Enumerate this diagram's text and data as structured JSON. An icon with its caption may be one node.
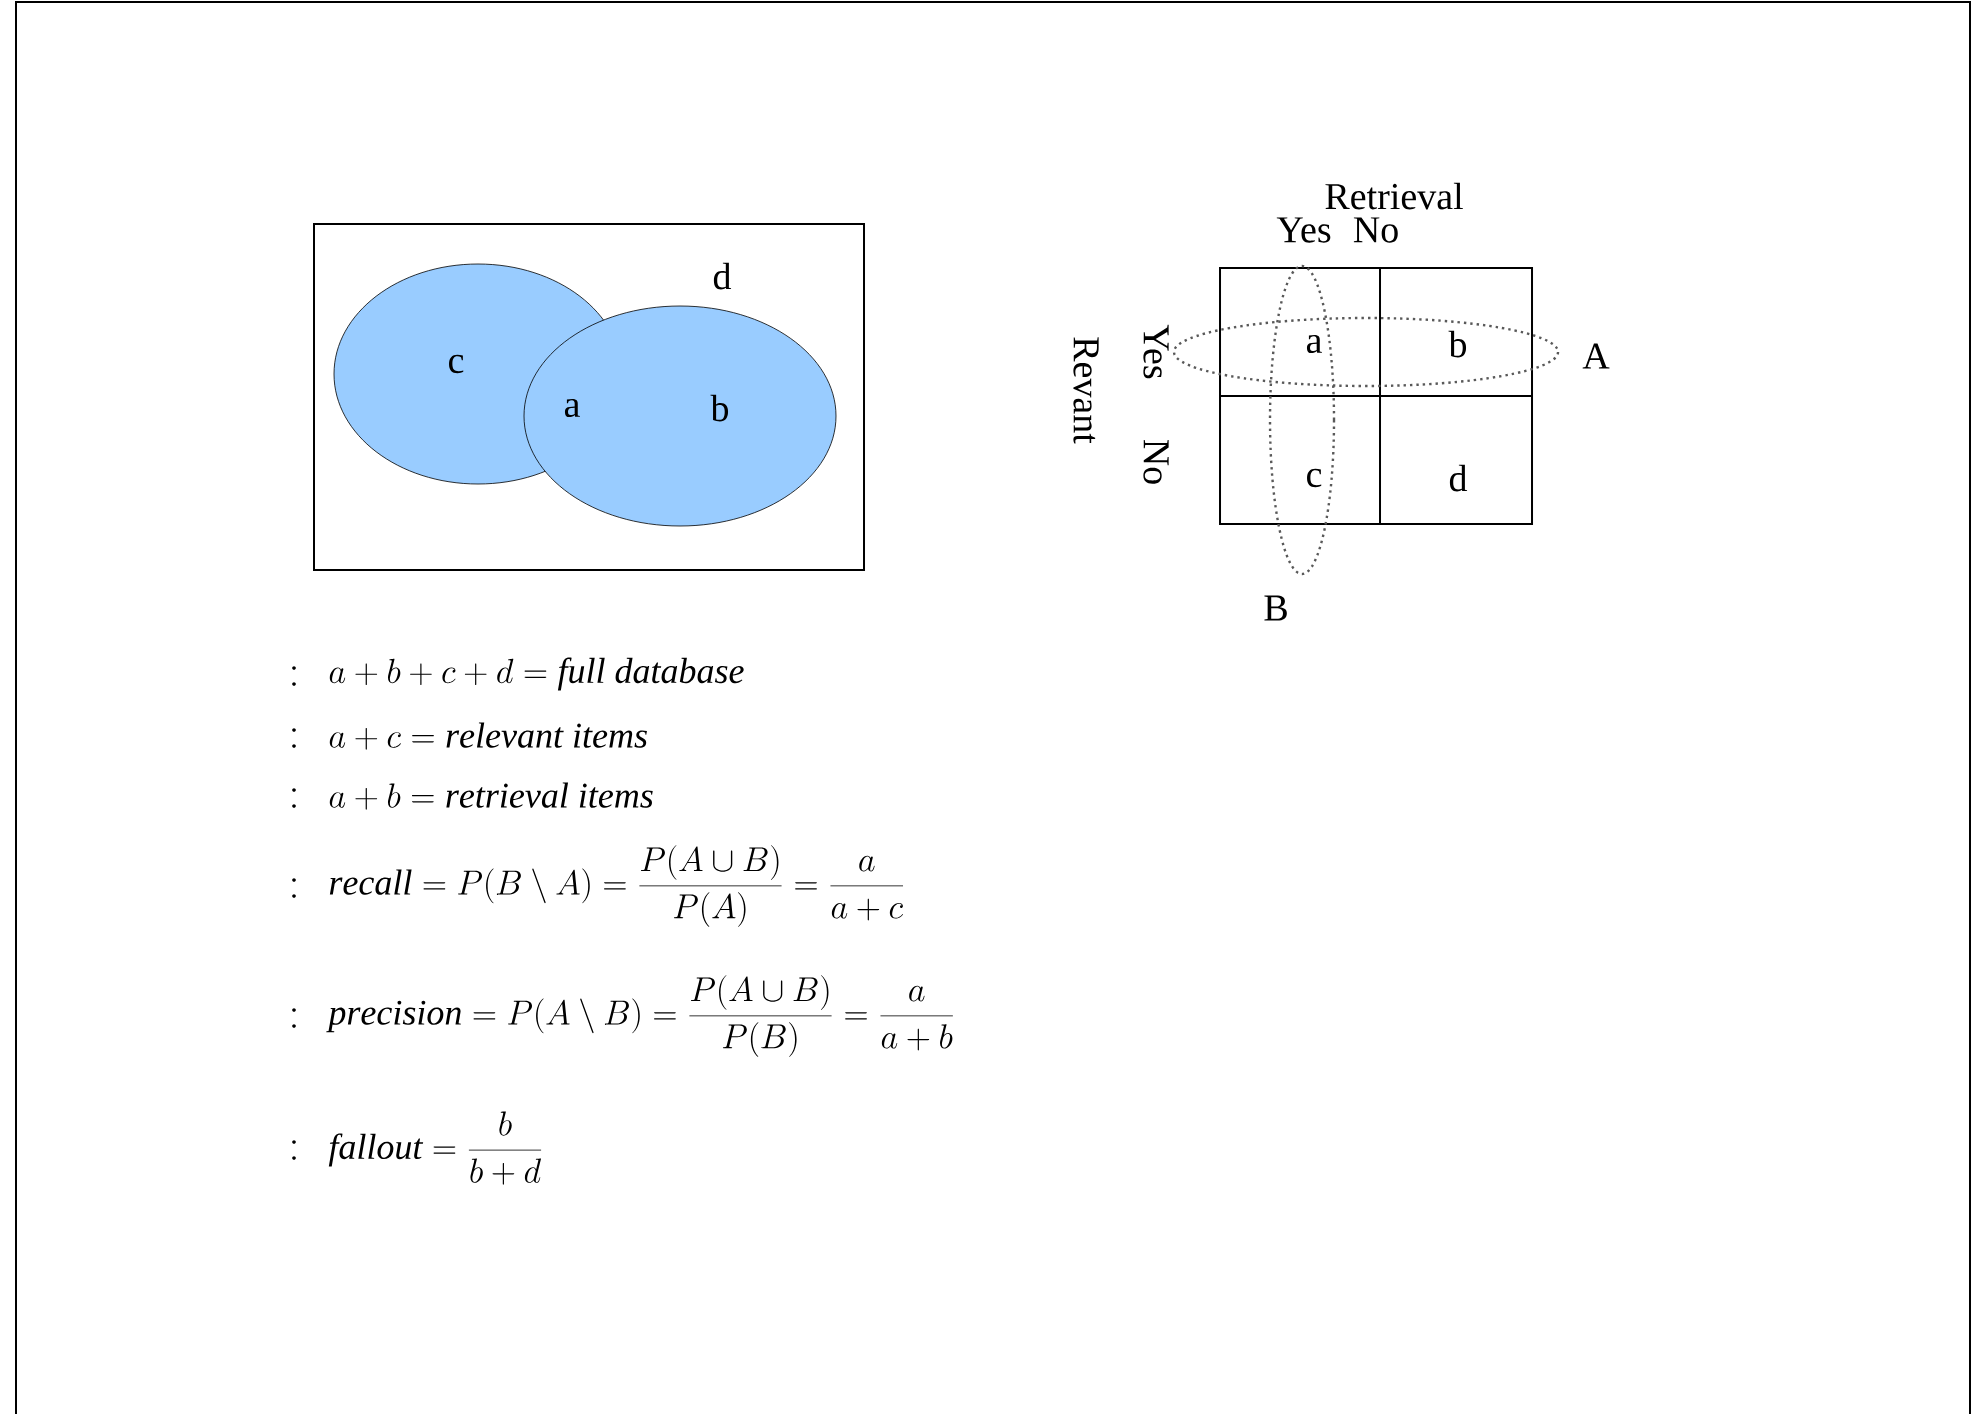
{
  "diagram": {
    "nodes": [
      {
        "text": [
          "d"
        ]
      },
      {
        "text": [
          "c"
        ],
        "in": 0
      },
      {
        "text": [
          "b"
        ],
        "in": 0
      }
    ],
    "labels": [
      "a",
      "Retrieval",
      "Yes",
      "No",
      "Revant",
      "Yes",
      "a",
      "b",
      "A",
      "No",
      "c",
      "d",
      "B",
      "a+b+c+d=\\mathit{full\\ database}",
      "a+c=\\mathit{relevant\\ items}",
      "a+b=\\mathit{retrieval\\ items}",
      "\\mathit{recall}=P(B\\setminus A)=\\frac{P(A\\cup B)}{P(A)}=\\frac{a}{a+c}",
      "\\mathit{precision}=P(A\\setminus B)=\\frac{P(A\\cup B)}{P(B)}=\\frac{a}{a+b}",
      "\\mathit{fallout}=\\frac{b}{b+d}"
    ]
  }
}
